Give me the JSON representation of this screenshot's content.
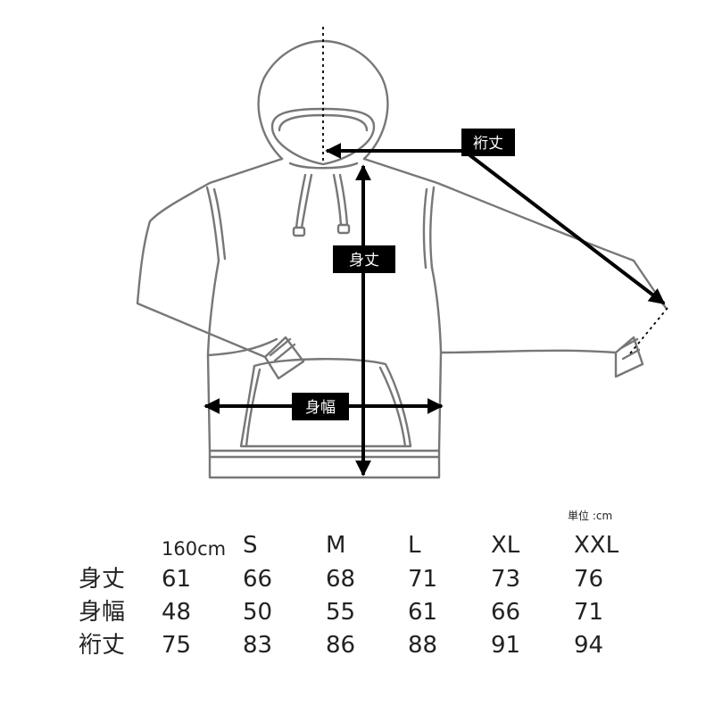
{
  "diagram": {
    "labels": {
      "sleeve": "裄丈",
      "body_length": "身丈",
      "body_width": "身幅"
    }
  },
  "unit_note": "単位 :cm",
  "table": {
    "headers": [
      "160cm",
      "S",
      "M",
      "L",
      "XL",
      "XXL"
    ],
    "rows": [
      {
        "label": "身丈",
        "values": [
          "61",
          "66",
          "68",
          "71",
          "73",
          "76"
        ]
      },
      {
        "label": "身幅",
        "values": [
          "48",
          "50",
          "55",
          "61",
          "66",
          "71"
        ]
      },
      {
        "label": "裄丈",
        "values": [
          "75",
          "83",
          "86",
          "88",
          "91",
          "94"
        ]
      }
    ]
  }
}
